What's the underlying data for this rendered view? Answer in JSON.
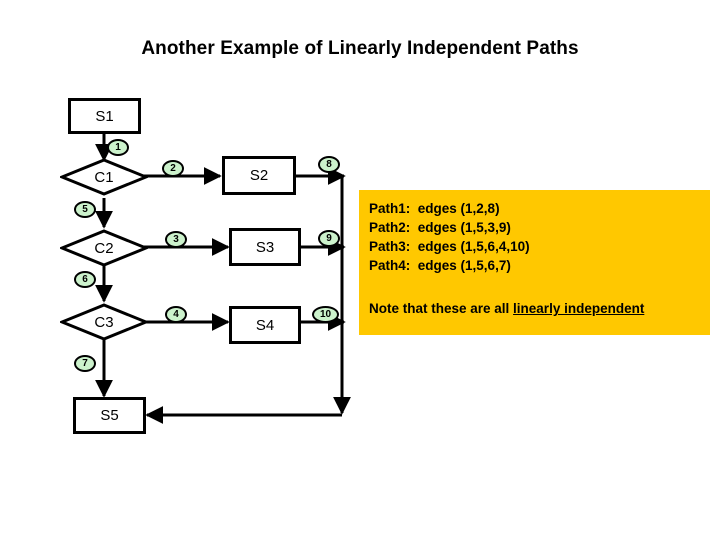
{
  "slide": {
    "title": "Another Example of Linearly Independent Paths"
  },
  "flowchart": {
    "nodes": [
      {
        "id": "S1",
        "label": "S1",
        "shape": "box"
      },
      {
        "id": "C1",
        "label": "C1",
        "shape": "diamond"
      },
      {
        "id": "C2",
        "label": "C2",
        "shape": "diamond"
      },
      {
        "id": "C3",
        "label": "C3",
        "shape": "diamond"
      },
      {
        "id": "S2",
        "label": "S2",
        "shape": "box"
      },
      {
        "id": "S3",
        "label": "S3",
        "shape": "box"
      },
      {
        "id": "S4",
        "label": "S4",
        "shape": "box"
      },
      {
        "id": "S5",
        "label": "S5",
        "shape": "box"
      }
    ],
    "edges": [
      {
        "id": "1",
        "label": "1",
        "from": "S1",
        "to": "C1"
      },
      {
        "id": "2",
        "label": "2",
        "from": "C1",
        "to": "S2"
      },
      {
        "id": "3",
        "label": "3",
        "from": "C2",
        "to": "S3"
      },
      {
        "id": "4",
        "label": "4",
        "from": "C3",
        "to": "S4"
      },
      {
        "id": "5",
        "label": "5",
        "from": "C1",
        "to": "C2"
      },
      {
        "id": "6",
        "label": "6",
        "from": "C2",
        "to": "C3"
      },
      {
        "id": "7",
        "label": "7",
        "from": "C3",
        "to": "S5"
      },
      {
        "id": "8",
        "label": "8",
        "from": "S2",
        "to": "S5"
      },
      {
        "id": "9",
        "label": "9",
        "from": "S3",
        "to": "S5"
      },
      {
        "id": "10",
        "label": "10",
        "from": "S4",
        "to": "S5"
      }
    ]
  },
  "callout": {
    "background_color": "#ffc800",
    "paths": [
      {
        "name": "Path1:",
        "text": "edges (1,2,8)"
      },
      {
        "name": "Path2:",
        "text": "edges (1,5,3,9)"
      },
      {
        "name": "Path3:",
        "text": "edges (1,5,6,4,10)"
      },
      {
        "name": "Path4:",
        "text": "edges (1,5,6,7)"
      }
    ],
    "note_prefix": "Note that these are all ",
    "note_emphasis": "linearly independent"
  }
}
